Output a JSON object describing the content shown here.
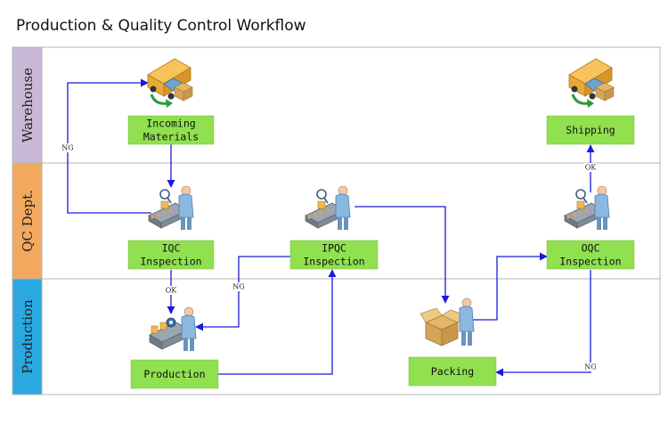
{
  "title": "Production & Quality Control Workflow",
  "colors": {
    "warehouse": "#c9b8d6",
    "qc": "#f2a95f",
    "production": "#2ba8e0",
    "node": "#90e050",
    "edge": "#1a1adc",
    "border": "#b5b5b5"
  },
  "lanes": [
    {
      "id": "warehouse",
      "label": "Warehouse"
    },
    {
      "id": "qc",
      "label": "QC Dept."
    },
    {
      "id": "production",
      "label": "Production"
    }
  ],
  "nodes": [
    {
      "id": "incoming",
      "lines": [
        "Incoming",
        "Materials"
      ],
      "icon": "truck-icon"
    },
    {
      "id": "shipping",
      "lines": [
        "Shipping"
      ],
      "icon": "truck-icon"
    },
    {
      "id": "iqc",
      "lines": [
        "IQC",
        "Inspection"
      ],
      "icon": "inspector-icon"
    },
    {
      "id": "ipqc",
      "lines": [
        "IPQC",
        "Inspection"
      ],
      "icon": "inspector-icon"
    },
    {
      "id": "oqc",
      "lines": [
        "OQC",
        "Inspection"
      ],
      "icon": "inspector-icon"
    },
    {
      "id": "production",
      "lines": [
        "Production"
      ],
      "icon": "assembly-worker-icon"
    },
    {
      "id": "packing",
      "lines": [
        "Packing"
      ],
      "icon": "packing-worker-icon"
    }
  ],
  "edges": [
    {
      "from": "incoming",
      "to": "iqc",
      "label": ""
    },
    {
      "from": "iqc",
      "to": "incoming",
      "label": "NG"
    },
    {
      "from": "iqc",
      "to": "production",
      "label": "OK"
    },
    {
      "from": "production",
      "to": "ipqc",
      "label": ""
    },
    {
      "from": "ipqc",
      "to": "production",
      "label": "NG"
    },
    {
      "from": "ipqc",
      "to": "packing",
      "label": ""
    },
    {
      "from": "packing",
      "to": "oqc",
      "label": ""
    },
    {
      "from": "oqc",
      "to": "packing",
      "label": "NG"
    },
    {
      "from": "oqc",
      "to": "shipping",
      "label": "OK"
    }
  ]
}
